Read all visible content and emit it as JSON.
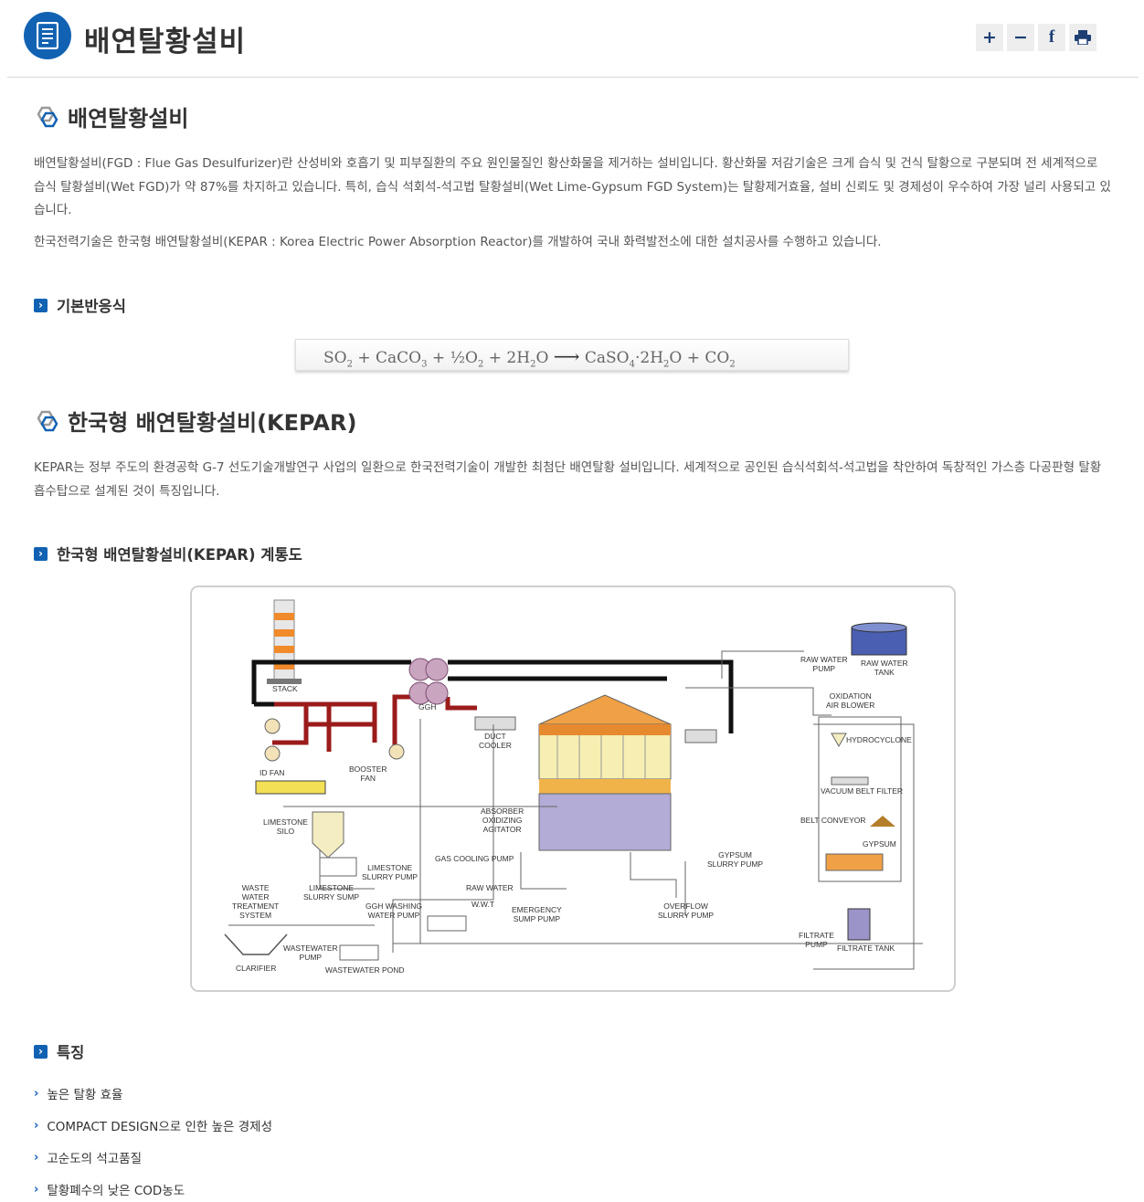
{
  "header": {
    "title": "배연탈황설비",
    "buttons": {
      "zoom_in": "+",
      "zoom_out": "−",
      "facebook": "f",
      "print_icon": "print-icon"
    }
  },
  "section1": {
    "title": "배연탈황설비",
    "para1": "배연탈황설비(FGD : Flue Gas Desulfurizer)란 산성비와 호흡기 및 피부질환의 주요 원인물질인 황산화물을 제거하는 설비입니다. 황산화물 저감기술은 크게 습식 및 건식 탈황으로 구분되며 전 세계적으로 습식 탈황설비(Wet FGD)가 약 87%를 차지하고 있습니다. 특히, 습식 석회석-석고법 탈황설비(Wet Lime-Gypsum FGD System)는 탈황제거효율, 설비 신뢰도 및 경제성이 우수하여 가장 널리 사용되고 있습니다.",
    "para2": "한국전력기술은 한국형 배연탈황설비(KEPAR : Korea Electric Power Absorption Reactor)를 개발하여 국내 화력발전소에 대한 설치공사를 수행하고 있습니다."
  },
  "reaction": {
    "title": "기본반응식",
    "formula": {
      "so2": "SO",
      "so2_sub": "2",
      "caco3": "CaCO",
      "caco3_sub": "3",
      "half_o2": "½O",
      "half_o2_sub": "2",
      "h2o": "2H",
      "h2o_sub": "2",
      "h2o_o": "O",
      "arrow": "⟶",
      "caso4": "CaSO",
      "caso4_sub": "4",
      "caso4_h2o": "·2H",
      "caso4_h2o_sub": "2",
      "caso4_o": "O",
      "co2": "CO",
      "co2_sub": "2",
      "plus": "+"
    }
  },
  "section2": {
    "title": "한국형 배연탈황설비(KEPAR)",
    "para": "KEPAR는 정부 주도의 환경공학 G-7 선도기술개발연구 사업의 일환으로 한국전력기술이 개발한 최첨단 배연탈황 설비입니다. 세계적으로 공인된 습식석회석-석고법을 착안하여 독창적인 가스층 다공판형 탈황흡수탑으로 설계된 것이 특징입니다."
  },
  "diagram_section": {
    "title": "한국형 배연탈황설비(KEPAR) 계통도",
    "labels": {
      "stack": "STACK",
      "ggh": "GGH",
      "duct_cooler": "DUCT\nCOOLER",
      "id_fan": "ID FAN",
      "booster_fan": "BOOSTER\nFAN",
      "limestone_silo": "LIMESTONE\nSILO",
      "absorber": "ABSORBER\nOXIDIZING\nAGITATOR",
      "gas_cooling_pump": "GAS COOLING PUMP",
      "limestone_slurry_pump": "LIMESTONE\nSLURRY PUMP",
      "limestone_slurry_sump": "LIMESTONE\nSLURRY SUMP",
      "waste_water": "WASTE\nWATER\nTREATMENT\nSYSTEM",
      "ggh_washing": "GGH WASHING\nWATER PUMP",
      "raw_water_tag": "RAW WATER",
      "wwt_tag": "W.W.T",
      "emergency_sump": "EMERGENCY\nSUMP PUMP",
      "overflow": "OVERFLOW\nSLURRY PUMP",
      "gypsum_slurry": "GYPSUM\nSLURRY PUMP",
      "raw_water_pump": "RAW WATER\nPUMP",
      "raw_water_tank": "RAW WATER\nTANK",
      "oxidation_blower": "OXIDATION\nAIR BLOWER",
      "hydrocyclone": "HYDROCYCLONE",
      "vacuum_belt": "VACUUM BELT FILTER",
      "belt_conveyor": "BELT CONVEYOR",
      "gypsum": "GYPSUM",
      "filtrate_pump": "FILTRATE\nPUMP",
      "filtrate_tank": "FILTRATE TANK",
      "clarifier": "CLARIFIER",
      "wastewater_pump": "WASTEWATER\nPUMP",
      "wastewater_pond": "WASTEWATER POND"
    }
  },
  "features": {
    "title": "특징",
    "items": [
      "높은 탈황 효율",
      "COMPACT DESIGN으로 인한 높은 경제성",
      "고순도의 석고품질",
      "탈황폐수의 낮은 COD농도"
    ]
  }
}
